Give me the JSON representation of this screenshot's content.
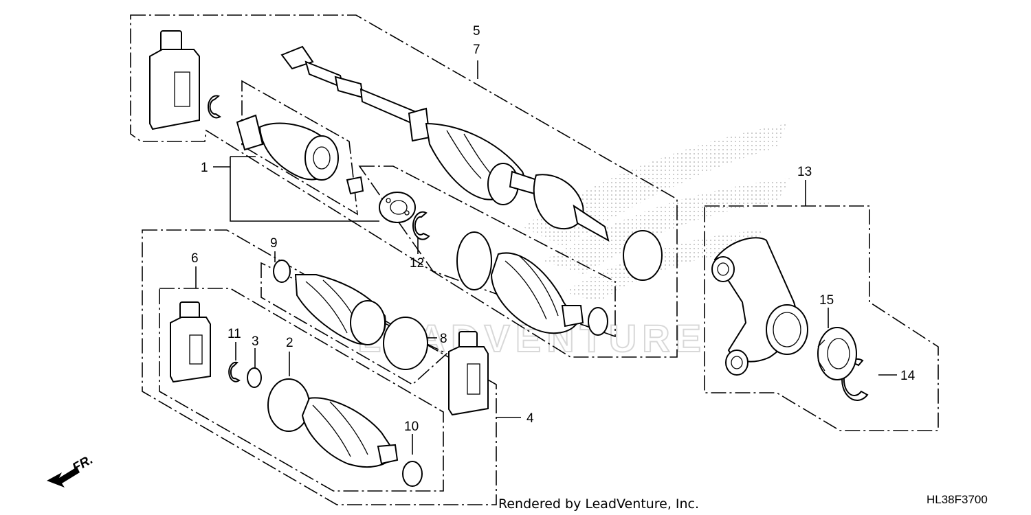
{
  "diagram": {
    "callouts": {
      "c1": "1",
      "c2": "2",
      "c3": "3",
      "c4": "4",
      "c5": "5",
      "c6": "6",
      "c7": "7",
      "c8": "8",
      "c9": "9",
      "c10": "10",
      "c11": "11",
      "c12": "12",
      "c13": "13",
      "c14": "14",
      "c15": "15"
    },
    "direction_label": "FR.",
    "watermark": "LEADVENTURE",
    "credit": "Rendered by LeadVenture, Inc.",
    "diagram_code": "HL38F3700"
  }
}
